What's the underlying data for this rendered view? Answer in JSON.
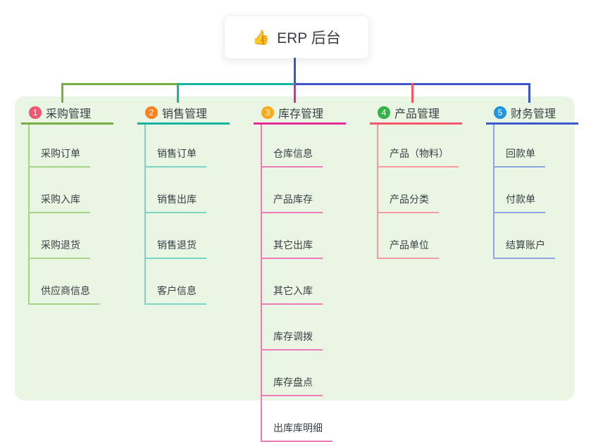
{
  "root": {
    "icon": "👍",
    "title": "ERP 后台"
  },
  "panel": {
    "background": "#e9f6e3"
  },
  "connector": {
    "root_color": "#4356cd"
  },
  "branches": [
    {
      "badge": "1",
      "title": "采购管理",
      "badge_color": "#f0566e",
      "line_color": "#76b043",
      "child_line_color": "#a9d289",
      "children": [
        "采购订单",
        "采购入库",
        "采购退货",
        "供应商信息"
      ]
    },
    {
      "badge": "2",
      "title": "销售管理",
      "badge_color": "#f8821f",
      "line_color": "#17b3a3",
      "child_line_color": "#7ed3c9",
      "children": [
        "销售订单",
        "销售出库",
        "销售退货",
        "客户信息"
      ]
    },
    {
      "badge": "3",
      "title": "库存管理",
      "badge_color": "#fbab1a",
      "line_color": "#e32a96",
      "child_line_color": "#ef7ab8",
      "children": [
        "仓库信息",
        "产品库存",
        "其它出库",
        "其它入库",
        "库存调拨",
        "库存盘点",
        "出库库明细"
      ]
    },
    {
      "badge": "4",
      "title": "产品管理",
      "badge_color": "#33b348",
      "line_color": "#f4566a",
      "child_line_color": "#f79ba3",
      "children": [
        "产品（物料）",
        "产品分类",
        "产品单位"
      ]
    },
    {
      "badge": "5",
      "title": "财务管理",
      "badge_color": "#2095e0",
      "line_color": "#3d56cc",
      "child_line_color": "#8ea4e2",
      "children": [
        "回款单",
        "付款单",
        "结算账户"
      ]
    }
  ]
}
